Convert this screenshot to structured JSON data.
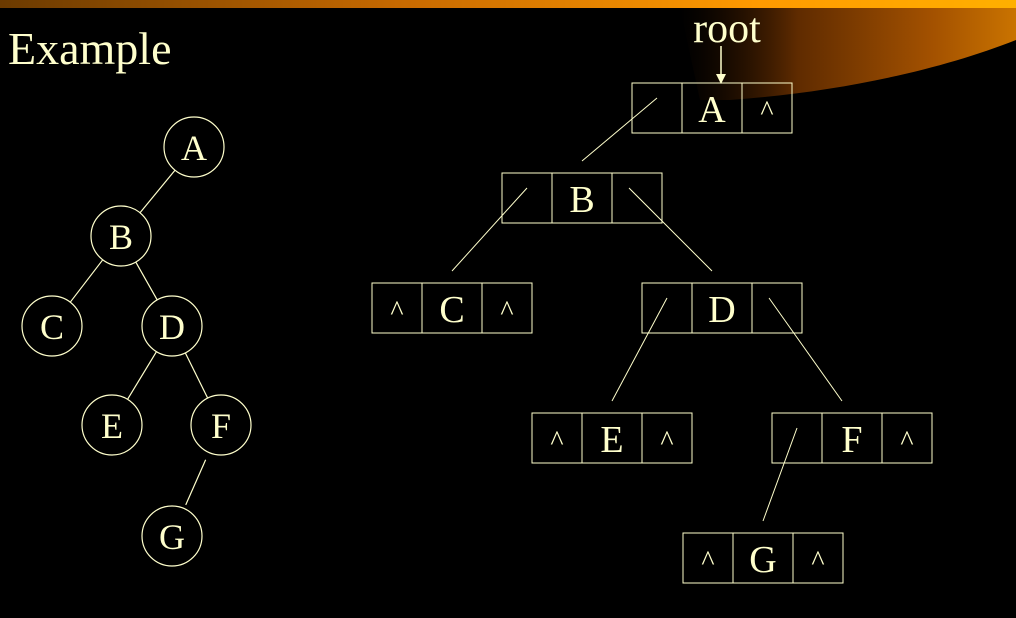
{
  "slide": {
    "title": "Example",
    "root_label": "root",
    "colors": {
      "background": "#000000",
      "foreground": "#ffffcc",
      "accent": "#ff9a00",
      "box_stroke": "#ffffcc"
    }
  },
  "tree": {
    "nodes": [
      {
        "id": "A",
        "label": "A"
      },
      {
        "id": "B",
        "label": "B"
      },
      {
        "id": "C",
        "label": "C"
      },
      {
        "id": "D",
        "label": "D"
      },
      {
        "id": "E",
        "label": "E"
      },
      {
        "id": "F",
        "label": "F"
      },
      {
        "id": "G",
        "label": "G"
      }
    ],
    "edges": [
      {
        "from": "A",
        "to": "B"
      },
      {
        "from": "B",
        "to": "C"
      },
      {
        "from": "B",
        "to": "D"
      },
      {
        "from": "D",
        "to": "E"
      },
      {
        "from": "D",
        "to": "F"
      },
      {
        "from": "F",
        "to": "G"
      }
    ]
  },
  "linked": {
    "null_symbol": "^",
    "nodes": [
      {
        "id": "A",
        "label": "A",
        "left": "",
        "right": "^"
      },
      {
        "id": "B",
        "label": "B",
        "left": "",
        "right": ""
      },
      {
        "id": "C",
        "label": "C",
        "left": "^",
        "right": "^"
      },
      {
        "id": "D",
        "label": "D",
        "left": "",
        "right": ""
      },
      {
        "id": "E",
        "label": "E",
        "left": "^",
        "right": "^"
      },
      {
        "id": "F",
        "label": "F",
        "left": "",
        "right": "^"
      },
      {
        "id": "G",
        "label": "G",
        "left": "^",
        "right": "^"
      }
    ],
    "pointers": [
      {
        "from": "A",
        "side": "left",
        "to": "B"
      },
      {
        "from": "B",
        "side": "left",
        "to": "C"
      },
      {
        "from": "B",
        "side": "right",
        "to": "D"
      },
      {
        "from": "D",
        "side": "left",
        "to": "E"
      },
      {
        "from": "D",
        "side": "right",
        "to": "F"
      },
      {
        "from": "F",
        "side": "left",
        "to": "G"
      }
    ]
  }
}
